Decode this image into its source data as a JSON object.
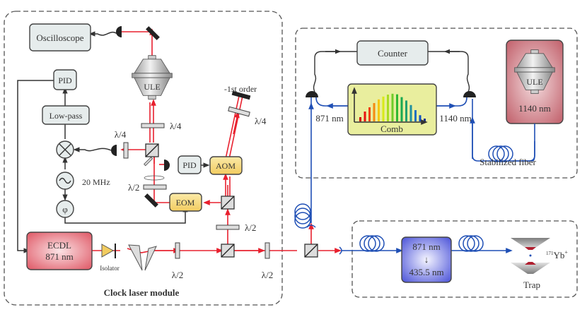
{
  "modules": {
    "clock_laser": {
      "title": "Clock laser module"
    },
    "comb_module": {},
    "trap_module": {}
  },
  "components": {
    "oscilloscope": "Oscilloscope",
    "pid_top": "PID",
    "low_pass": "Low-pass",
    "mixer_symbol": "⊗",
    "oscillator_symbol": "~",
    "oscillator_freq": "20 MHz",
    "phase_symbol": "φ",
    "ule_cavity": "ULE",
    "pid_mid": "PID",
    "aom": "AOM",
    "eom": "EOM",
    "ecdl_line1": "ECDL",
    "ecdl_line2": "871 nm",
    "isolator": "Isolator",
    "first_order": "-1st order",
    "counter": "Counter",
    "comb": "Comb",
    "ule_1140": "ULE",
    "ule_1140_wavelength": "1140 nm",
    "label_871": "871 nm",
    "label_1140": "1140 nm",
    "stabilized_fiber": "Stabilized fiber",
    "shg_line1": "871 nm",
    "shg_arrow": "↓",
    "shg_line2": "435.5 nm",
    "ion_mass": "171",
    "ion_symbol": "Yb",
    "ion_charge": "+",
    "trap": "Trap"
  },
  "waveplates": {
    "quarter": "λ/4",
    "half": "λ/2"
  },
  "colors": {
    "laser_red": "#e8202e",
    "fiber_blue": "#1f4fb5",
    "box_gray": "#e6ecec",
    "box_yellow": "#f6d87a",
    "ecdl_red": "#e05a66",
    "comb_yellow": "#e9ee9e",
    "ule_box": "#c76a74",
    "shg_blue": "#5a63e0"
  },
  "comb_spectrum": {
    "relative_heights": [
      0.15,
      0.35,
      0.5,
      0.65,
      0.78,
      0.88,
      0.95,
      0.98,
      0.96,
      0.86,
      0.74,
      0.58,
      0.4,
      0.22,
      0.1
    ],
    "colors": [
      "#d00000",
      "#e81010",
      "#f04010",
      "#f58a10",
      "#f5c810",
      "#d8ea18",
      "#a8dc20",
      "#70cc28",
      "#30b830",
      "#18a850",
      "#20a070",
      "#2090a0",
      "#2070c0",
      "#1050c0",
      "#103090"
    ]
  }
}
